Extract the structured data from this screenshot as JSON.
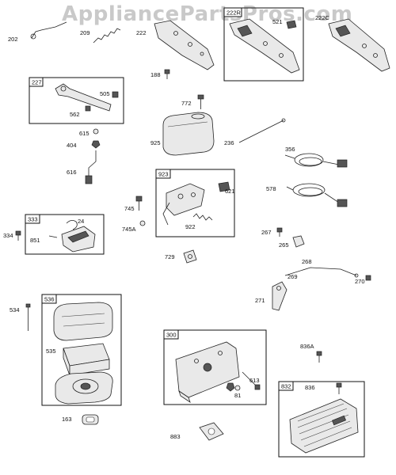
{
  "watermark": "AppliancePartsPros.com",
  "labels": {
    "l202": "202",
    "l209": "209",
    "l222": "222",
    "l188": "188",
    "l222r": "222R",
    "l521": "521",
    "l222c": "222C",
    "l227": "227",
    "l505": "505",
    "l562": "562",
    "l615": "615",
    "l404": "404",
    "l616": "616",
    "l772": "772",
    "l925": "925",
    "l236": "236",
    "l356": "356",
    "l923": "923",
    "l621": "621",
    "l745": "745",
    "l745a": "745A",
    "l922": "922",
    "l578": "578",
    "l333": "333",
    "l24": "24",
    "l334": "334",
    "l851": "851",
    "l267": "267",
    "l265": "265",
    "l729": "729",
    "l268": "268",
    "l269": "269",
    "l270": "270",
    "l271": "271",
    "l534": "534",
    "l536": "536",
    "l535": "535",
    "l163": "163",
    "l300": "300",
    "l613": "613",
    "l81": "81",
    "l883": "883",
    "l836a": "836A",
    "l832": "832",
    "l836": "836"
  }
}
